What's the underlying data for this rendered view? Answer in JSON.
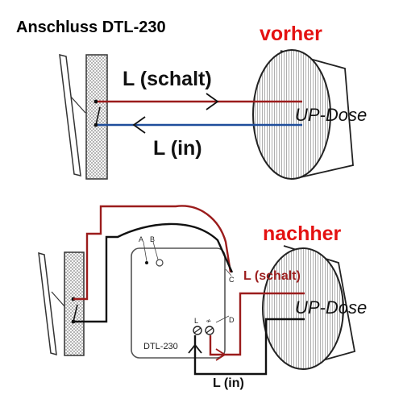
{
  "title": "Anschluss DTL-230",
  "top": {
    "state_label": "vorher",
    "wire_switched_label": "L (schalt)",
    "wire_in_label": "L (in)",
    "box_label": "UP-Dose"
  },
  "bottom": {
    "state_label": "nachher",
    "wire_switched_label": "L (schalt)",
    "wire_in_label": "L (in)",
    "box_label": "UP-Dose",
    "module_name": "DTL-230",
    "terminal_a": "A",
    "terminal_b": "B",
    "terminal_c": "C",
    "terminal_d": "D",
    "terminal_l": "L",
    "terminal_switch": "≁"
  },
  "colors": {
    "switched_wire": "#9b1c1c",
    "in_wire_top": "#1f4e9c",
    "in_wire_bottom": "#111111",
    "accent_red": "#e41212",
    "hatch": "#7a7a7a"
  }
}
